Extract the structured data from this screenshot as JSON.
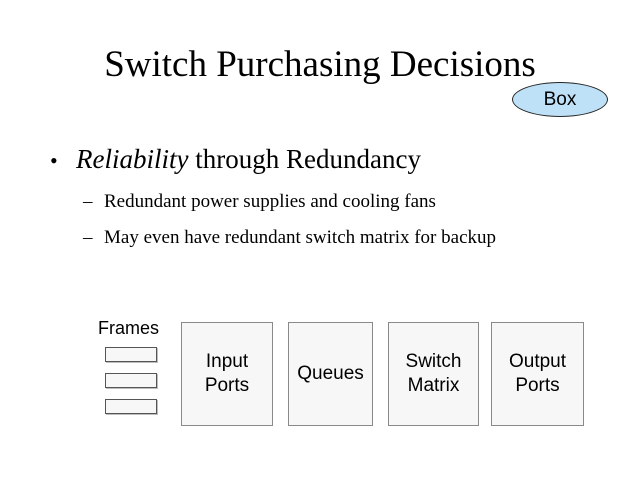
{
  "slide": {
    "title": "Switch Purchasing Decisions",
    "background_color": "#ffffff"
  },
  "badge": {
    "label": "Box",
    "fill_color": "#bfe1f7",
    "border_color": "#262626"
  },
  "bullets": {
    "level1": {
      "marker": "•",
      "emphasis_text": "Reliability",
      "rest_text": " through Redundancy"
    },
    "level2": [
      {
        "marker": "–",
        "text": "Redundant power supplies and cooling fans"
      },
      {
        "marker": "–",
        "text": "May even have redundant switch matrix for backup"
      }
    ]
  },
  "diagram": {
    "frames_label": "Frames",
    "frame_count": 3,
    "box_fill_color": "#f7f7f7",
    "box_border_color": "#8a8a8a",
    "stages": [
      {
        "line1": "Input",
        "line2": "Ports"
      },
      {
        "line1": "Queues",
        "line2": ""
      },
      {
        "line1": "Switch",
        "line2": "Matrix"
      },
      {
        "line1": "Output",
        "line2": "Ports"
      }
    ]
  }
}
